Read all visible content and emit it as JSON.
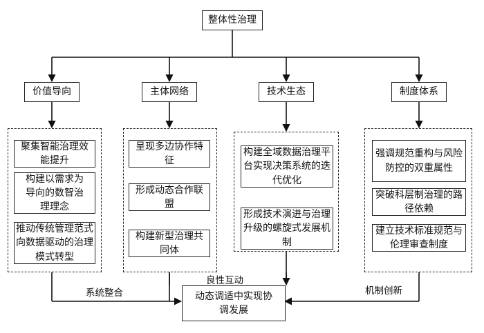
{
  "root": "整体性治理",
  "columns": [
    {
      "title": "价值导向",
      "items": [
        "聚集智能治理效能提升",
        "构建以需求为导向的数智治理理念",
        "推动传统管理范式向数据驱动的治理模式转型"
      ]
    },
    {
      "title": "主体网络",
      "items": [
        "呈现多边协作特征",
        "形成动态合作联盟",
        "构建新型治理共同体"
      ]
    },
    {
      "title": "技术生态",
      "items": [
        "构建全域数据治理平台实现决策系统的迭代优化",
        "形成技术演进与治理升级的螺旋式发展机制"
      ]
    },
    {
      "title": "制度体系",
      "items": [
        "强调规范重构与风险防控的双重属性",
        "突破科层制治理的路径依赖",
        "建立技术标准规范与伦理审查制度"
      ]
    }
  ],
  "edge_labels": {
    "left": "系统整合",
    "middle": "良性互动",
    "right": "机制创新"
  },
  "result": "动态调适中实现协调发展"
}
